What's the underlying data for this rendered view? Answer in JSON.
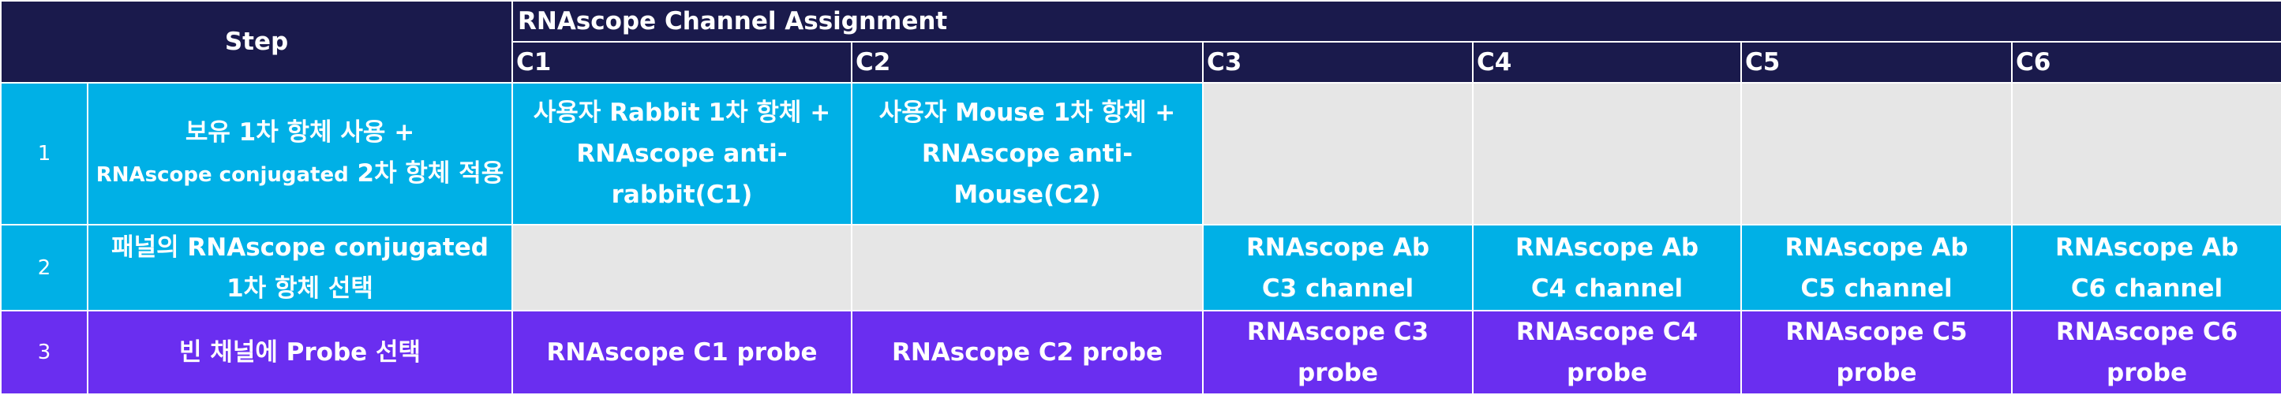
{
  "header": {
    "step": "Step",
    "assignment_title": "RNAscope Channel Assignment",
    "channels": [
      "C1",
      "C2",
      "C3",
      "C4",
      "C5",
      "C6"
    ]
  },
  "rows": [
    {
      "num": "1",
      "desc_line1": "보유 1차 항체 사용 +",
      "desc_line2_a": "RNAscope conjugated",
      "desc_line2_b": " 2차 항체 적용",
      "c1_line1": "사용자 Rabbit 1차 항체 +",
      "c1_line2": "RNAscope anti-rabbit(C1)",
      "c2_line1": "사용자 Mouse 1차 항체 +",
      "c2_line2": "RNAscope anti-Mouse(C2)"
    },
    {
      "num": "2",
      "desc_line1": "패널의 RNAscope conjugated",
      "desc_line2": "1차 항체 선택",
      "c3_line1": "RNAscope Ab",
      "c3_line2": "C3 channel",
      "c4_line1": "RNAscope Ab",
      "c4_line2": "C4 channel",
      "c5_line1": "RNAscope Ab",
      "c5_line2": "C5 channel",
      "c6_line1": "RNAscope Ab",
      "c6_line2": "C6 channel"
    },
    {
      "num": "3",
      "desc": "빈 채널에 Probe 선택",
      "probes": [
        "RNAscope C1 probe",
        "RNAscope C2 probe",
        "RNAscope C3 probe",
        "RNAscope C4 probe",
        "RNAscope C5 probe",
        "RNAscope C6 probe"
      ]
    }
  ],
  "colors": {
    "header_bg": "#1a1a4c",
    "blue_fill": "#00b0e6",
    "grey_fill": "#e6e6e6",
    "purple_fill": "#6a2ef0"
  }
}
